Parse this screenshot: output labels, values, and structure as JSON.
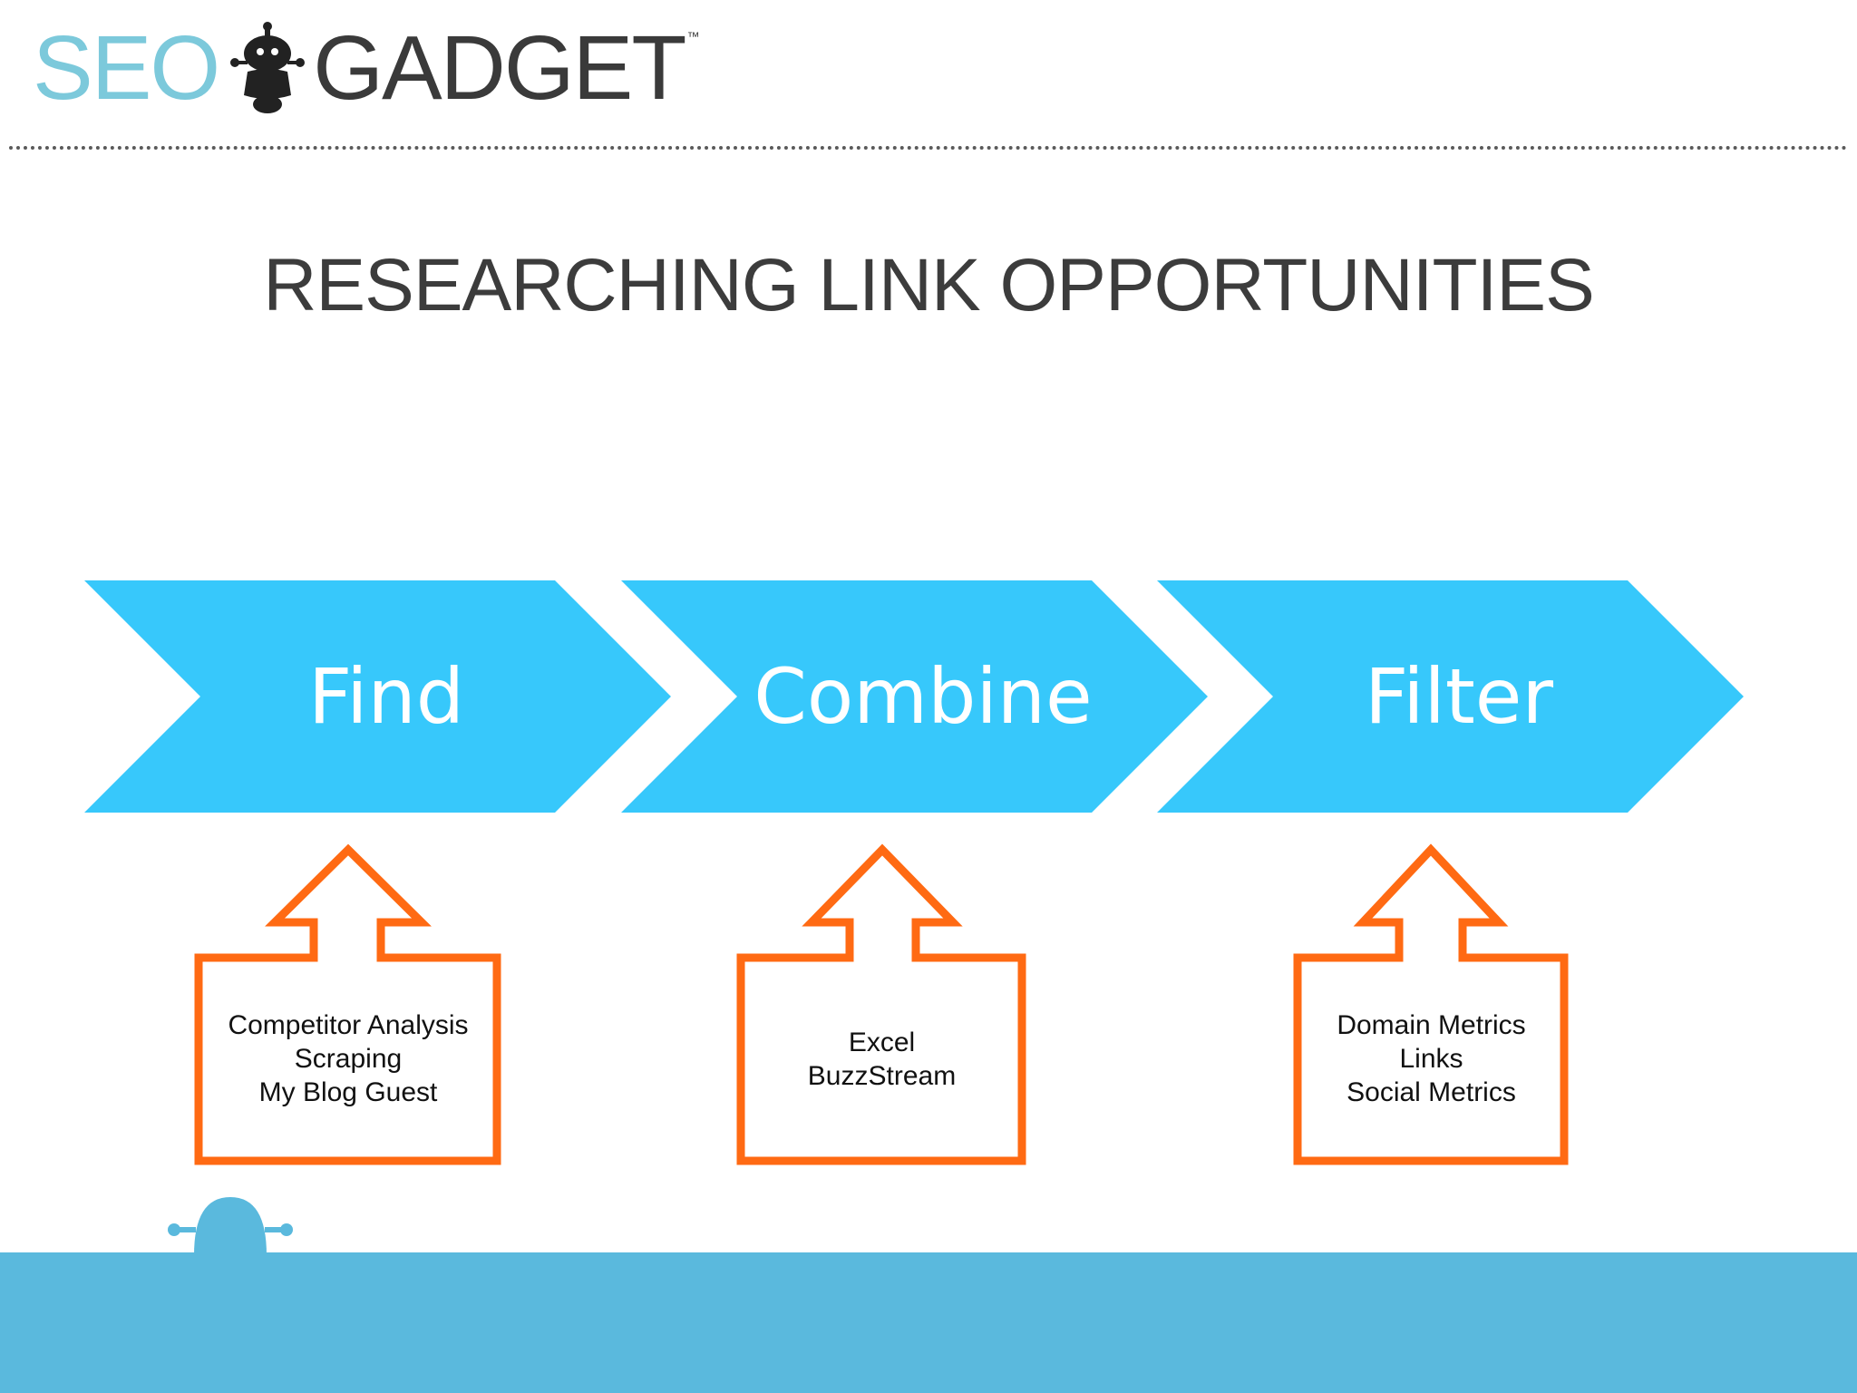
{
  "header": {
    "logo_seo": "SEO",
    "logo_gadget": "GADGET",
    "logo_tm": "™"
  },
  "slide": {
    "title": "RESEARCHING LINK OPPORTUNITIES"
  },
  "process": {
    "steps": [
      {
        "label": "Find"
      },
      {
        "label": "Combine"
      },
      {
        "label": "Filter"
      }
    ]
  },
  "inputs": [
    {
      "lines": [
        "Competitor Analysis",
        "Scraping",
        "My Blog Guest"
      ]
    },
    {
      "lines": [
        "Excel",
        "BuzzStream"
      ]
    },
    {
      "lines": [
        "Domain Metrics",
        "Links",
        "Social Metrics"
      ]
    }
  ],
  "colors": {
    "chevron": "#37c8fb",
    "arrow_box_stroke": "#ff6a13",
    "footer": "#5ab9dd",
    "logo_seo": "#7cc9db",
    "logo_gadget": "#3a3a3a"
  }
}
